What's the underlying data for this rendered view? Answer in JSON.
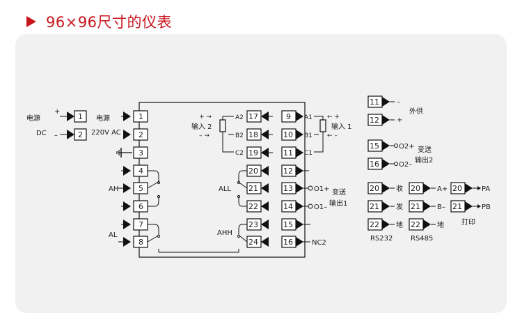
{
  "header": {
    "title": "96×96尺寸的仪表"
  },
  "diagram": {
    "power_left": {
      "name": "电源",
      "type": "DC",
      "plus": "+",
      "minus": "–",
      "t1": "1",
      "t2": "2"
    },
    "power_main": {
      "name": "电源",
      "spec": "220V AC"
    },
    "left_terms": [
      "1",
      "2",
      "3",
      "4",
      "5",
      "6",
      "7",
      "8"
    ],
    "labels": {
      "ah": "AH",
      "al": "AL",
      "all": "ALL",
      "ahh": "AHH"
    },
    "input2": {
      "label": "输入 2",
      "plus": "+ →",
      "minus": "– →",
      "a": "A2",
      "b": "B2",
      "c": "C2"
    },
    "input1": {
      "label": "输入 1",
      "plus": "← +",
      "minus": "← –",
      "a": "A1",
      "b": "B1",
      "c": "C1"
    },
    "mid_terms": [
      "17",
      "18",
      "19",
      "20",
      "21",
      "22",
      "23",
      "24"
    ],
    "right_terms": [
      "9",
      "10",
      "11",
      "12",
      "13",
      "14",
      "15",
      "16"
    ],
    "out1": {
      "o1p": "O1+",
      "o1m": "O1–",
      "label1": "变送",
      "label2": "输出1"
    },
    "nc2": "NC2",
    "aux_supply": {
      "label": "外供",
      "t11": "11",
      "t12": "12",
      "minus": "–",
      "plus": "+"
    },
    "out2": {
      "t15": "15",
      "t16": "16",
      "o2p": "O2+",
      "o2m": "O2–",
      "label1": "变送",
      "label2": "输出2"
    },
    "rs232": {
      "title": "RS232",
      "t20": "20",
      "t21": "21",
      "t22": "22",
      "l20": "收",
      "l21": "发",
      "l22": "地"
    },
    "rs485": {
      "title": "RS485",
      "t20": "20",
      "t21": "21",
      "t22": "22",
      "l20": "A+",
      "l21": "B–",
      "l22": "地"
    },
    "printer": {
      "title": "打印",
      "t20": "20",
      "t21": "21",
      "l20": "PA",
      "l21": "PB"
    }
  }
}
